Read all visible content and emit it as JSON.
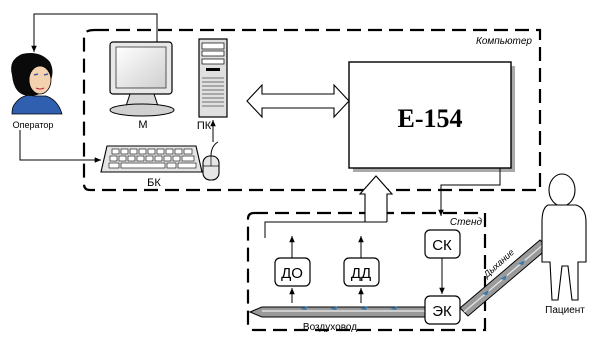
{
  "groups": {
    "computer": "Компьютер",
    "stand": "Стенд"
  },
  "blocks": {
    "e154": "E-154",
    "sk": "СК",
    "do": "ДО",
    "dd": "ДД",
    "ek": "ЭК"
  },
  "devices": {
    "monitor": "М",
    "pc": "ПК",
    "keyboard": "БК"
  },
  "people": {
    "operator": "Оператор",
    "patient": "Пациент"
  },
  "labels": {
    "airway": "Воздуховод",
    "breathing": "Дыхание"
  }
}
